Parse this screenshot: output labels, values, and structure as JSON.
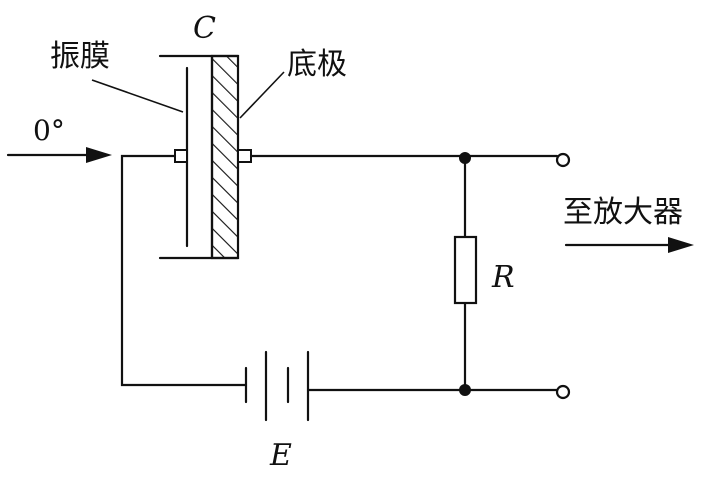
{
  "labels": {
    "capacitor": "C",
    "diaphragm": "振膜",
    "backplate": "底极",
    "incidence_angle": "0°",
    "resistor": "R",
    "to_amplifier": "至放大器",
    "battery": "E"
  }
}
